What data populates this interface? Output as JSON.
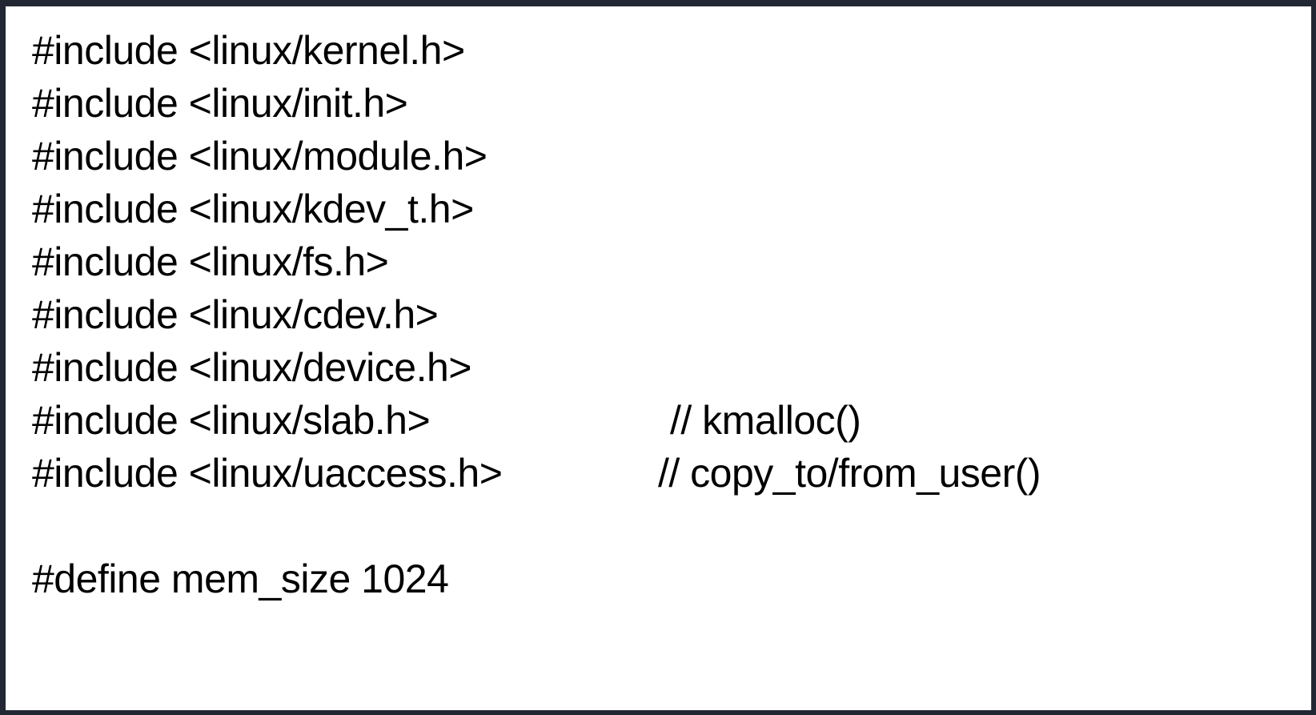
{
  "frame": {
    "background": "#ffffff",
    "border_color": "#212833",
    "text_color": "#000000"
  },
  "code": {
    "lines": [
      {
        "text": "#include <linux/kernel.h>",
        "comment": ""
      },
      {
        "text": "#include <linux/init.h>",
        "comment": ""
      },
      {
        "text": "#include <linux/module.h>",
        "comment": ""
      },
      {
        "text": "#include <linux/kdev_t.h>",
        "comment": ""
      },
      {
        "text": "#include <linux/fs.h>",
        "comment": ""
      },
      {
        "text": "#include <linux/cdev.h>",
        "comment": ""
      },
      {
        "text": "#include <linux/device.h>",
        "comment": ""
      },
      {
        "text": "#include <linux/slab.h>",
        "comment": "// kmalloc()"
      },
      {
        "text": "#include <linux/uaccess.h>",
        "comment": "// copy_to/from_user()"
      },
      {
        "text": "",
        "comment": ""
      },
      {
        "text": "#define mem_size 1024",
        "comment": ""
      }
    ]
  }
}
